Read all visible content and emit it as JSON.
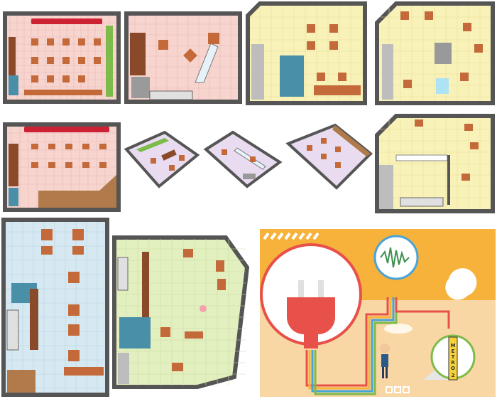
{
  "panels": {
    "plan_top_1": {
      "floor": "#f8d4cf"
    },
    "plan_top_2": {
      "floor": "#f8d4cf"
    },
    "plan_top_3": {
      "floor": "#f8f2b8"
    },
    "plan_top_4": {
      "floor": "#f8f2b8"
    },
    "plan_mid_1": {
      "floor": "#f8d4cf"
    },
    "plan_mid_2": {
      "floor": "#e9dcf0"
    },
    "plan_mid_3": {
      "floor": "#e9dcf0"
    },
    "plan_mid_4": {
      "floor": "#e9dcf0"
    },
    "plan_mid_5": {
      "floor": "#f8f2b8"
    },
    "plan_bot_1": {
      "floor": "#d6e9f2"
    },
    "plan_bot_2": {
      "floor": "#e2efbf"
    }
  },
  "illustration": {
    "sky": "#f6b23a",
    "ground": "#f8d7a4",
    "plug_red": "#e8504a",
    "wave_green": "#3d8f4e",
    "metro_sign_letters": [
      "M",
      "E",
      "T",
      "R",
      "O"
    ],
    "metro_line_number": "2",
    "cable_colors": [
      "#e8504a",
      "#f6b23a",
      "#4aa3d8",
      "#7dbb4a"
    ]
  },
  "colors": {
    "wall": "#555555",
    "table": "#c46a3a",
    "chair": "#3c3c3c",
    "counter": "#8a4a2a",
    "restroom": "#4a8fa8"
  }
}
